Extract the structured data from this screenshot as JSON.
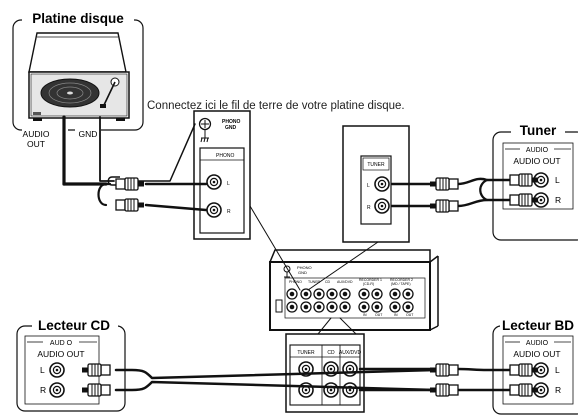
{
  "turntable": {
    "title": "Platine disque",
    "audio_out_line1": "AUDIO",
    "audio_out_line2": "OUT",
    "gnd": "GND"
  },
  "ground_note": "Connectez ici le fil de terre de votre platine disque.",
  "phono_panel": {
    "phono_gnd_line1": "PHONO",
    "phono_gnd_line2": "GND",
    "phono": "PHONO",
    "left": "L",
    "right": "R"
  },
  "tuner_zoom": {
    "title": "TUNER",
    "left": "L",
    "right": "R"
  },
  "tuner": {
    "title": "Tuner",
    "audio": "AUDIO",
    "audio_out": "AUDIO OUT",
    "left": "L",
    "right": "R"
  },
  "rear_panel": {
    "phono_gnd_line1": "PHONO",
    "phono_gnd_line2": "GND",
    "phono": "PHONO",
    "tuner": "TUNER",
    "cd": "CD",
    "aux_dvd": "AUX/DVD",
    "recorder1": "RECORDER 1",
    "recorder1_sub": "(CD-R)",
    "recorder2": "RECORDER 2",
    "recorder2_sub": "(MD / TAPE)",
    "in": "IN",
    "out": "OUT"
  },
  "cd_player": {
    "title": "Lecteur CD",
    "audio": "AUD O",
    "audio_out": "AUDIO OUT",
    "left": "L",
    "right": "R"
  },
  "bottom_zoom": {
    "tuner": "TUNER",
    "cd": "CD",
    "aux_dvd": "AUX/DVD"
  },
  "bd_player": {
    "title": "Lecteur BD",
    "audio": "AUDIO",
    "audio_out": "AUDIO OUT",
    "left": "L",
    "right": "R"
  }
}
